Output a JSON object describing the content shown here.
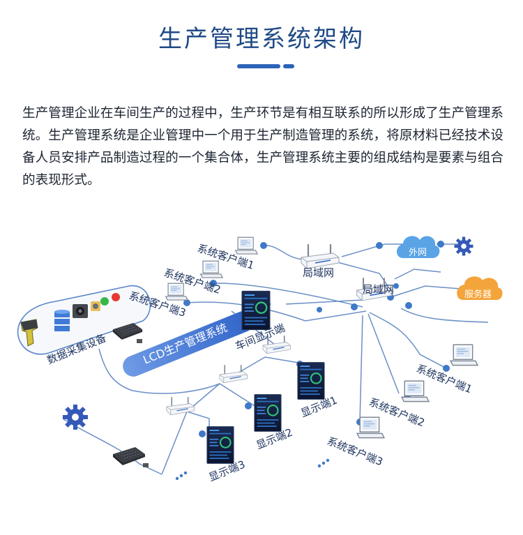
{
  "header": {
    "title": "生产管理系统架构",
    "accent": "#2d63b8"
  },
  "intro": {
    "text": "生产管理企业在车间生产的过程中，生产环节是有相互联系的所以形成了生产管理系统。生产管理系统是企业管理中一个用于生产制造管理的系统，将原材料已经技术设备人员安排产品制造过程的一个集合体，生产管理系统主要的组成结构是要素与组合的表现形式。"
  },
  "diagram": {
    "system_banner": "LCD生产管理系统",
    "data_collection": "数据采集设备",
    "cloud": "外网",
    "server": "服务器",
    "lan_top": "局域网",
    "lan_mid": "局域网",
    "workshop_display": "车间显示端",
    "clients_left": [
      "系统客户端1",
      "系统客户端2",
      "系统客户端3"
    ],
    "clients_right": [
      "系统客户端1",
      "系统客户端2",
      "系统客户端3"
    ],
    "displays": [
      "显示端1",
      "显示端2",
      "显示端3"
    ],
    "colors": {
      "line": "#6a8fc6",
      "dot": "#3f79c8",
      "cloud": "#5aa4e6",
      "server": "#f3a43a"
    }
  }
}
